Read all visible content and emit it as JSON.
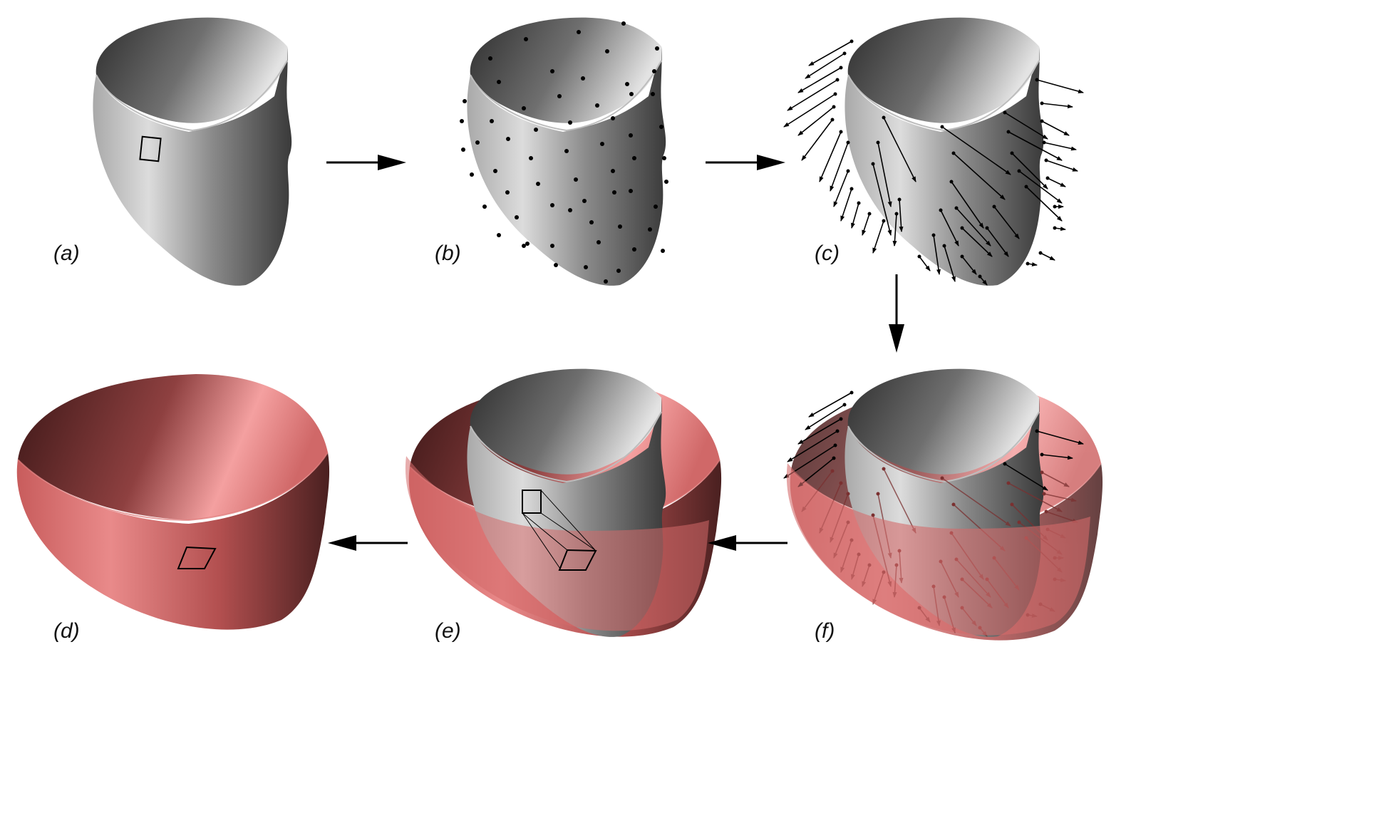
{
  "figure": {
    "panels": [
      {
        "id": "a",
        "label": "(a)"
      },
      {
        "id": "b",
        "label": "(b)"
      },
      {
        "id": "c",
        "label": "(c)"
      },
      {
        "id": "d",
        "label": "(d)"
      },
      {
        "id": "e",
        "label": "(e)"
      },
      {
        "id": "f",
        "label": "(f)"
      }
    ],
    "flow": [
      "a",
      "b",
      "c",
      "f",
      "e",
      "d"
    ]
  },
  "colors": {
    "gray_light": "#d2d2d2",
    "gray_mid": "#9a9a9a",
    "gray_dark": "#3c3c3c",
    "pink_light": "#f29a9a",
    "pink_mid": "#d46a6a",
    "pink_dark": "#4a2222",
    "ink": "#000000"
  }
}
